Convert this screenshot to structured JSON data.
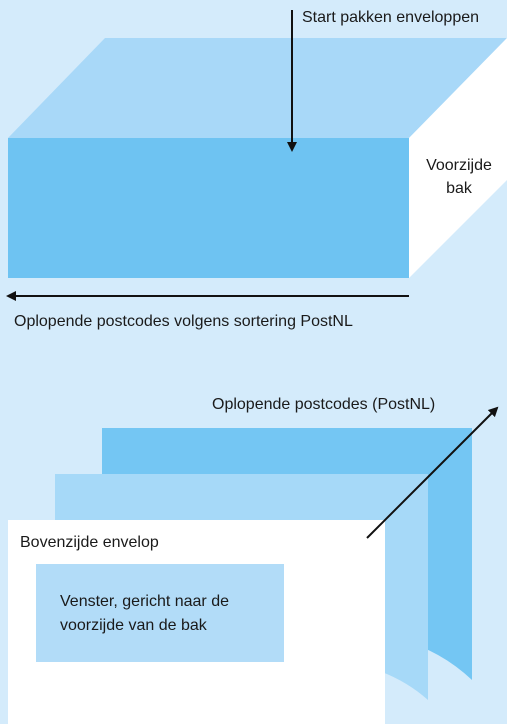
{
  "labels": {
    "start": "Start pakken enveloppen",
    "front_line1": "Voorzijde",
    "front_line2": "bak",
    "sort_order": "Oplopende postcodes volgens sortering PostNL",
    "ascending_postnl": "Oplopende postcodes (PostNL)",
    "envelope_top": "Bovenzijde envelop",
    "window": "Venster, gericht naar de voorzijde van de bak"
  },
  "colors": {
    "background": "#d4ebfb",
    "box_front": "#6ec3f2",
    "box_top": "#a8d8f8",
    "box_side": "#ffffff",
    "envelope_back": "#74c6f3",
    "envelope_mid": "#a6d9f8",
    "envelope_front": "#ffffff",
    "window": "#b2dcf8",
    "arrow": "#111111"
  }
}
